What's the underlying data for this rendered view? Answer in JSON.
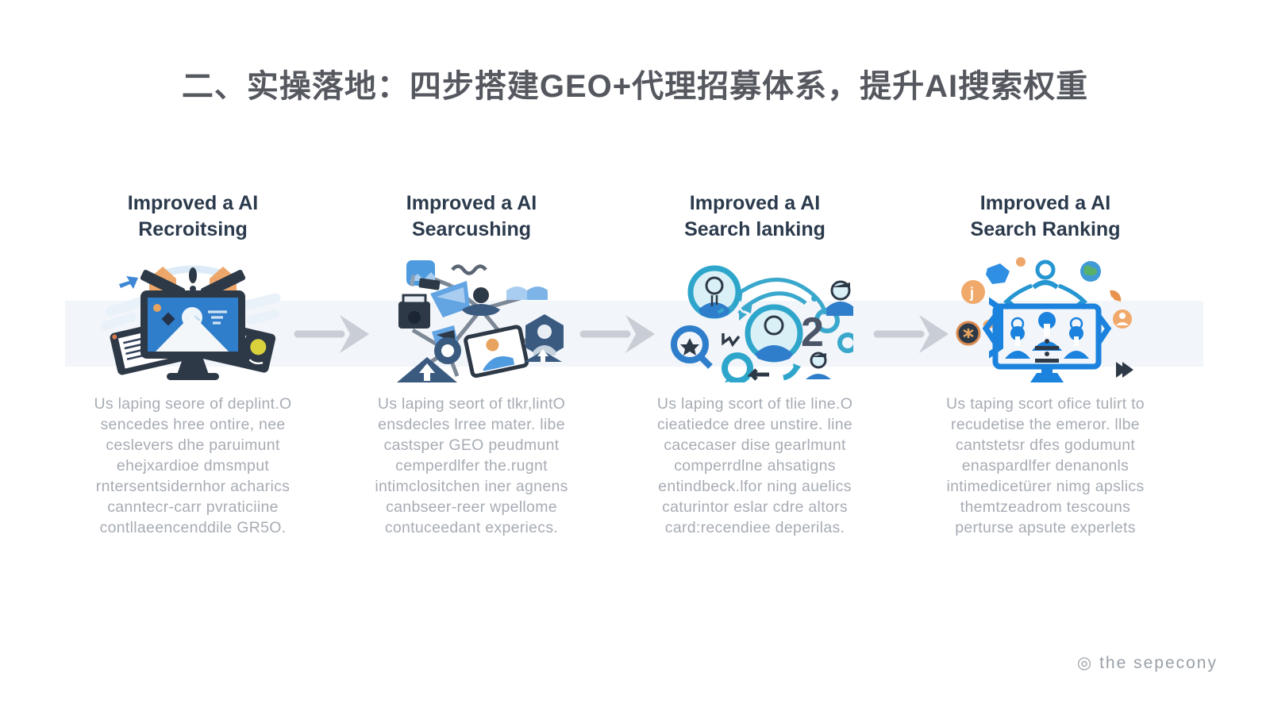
{
  "title": "二、实操落地：四步搭建GEO+代理招募体系，提升AI搜索权重",
  "watermark": "◎ the sepecony",
  "columns": [
    {
      "heading": "Improved a AI\nRecroitsing",
      "icon": "recruiting-workstation-illustration",
      "body": "Us laping seore of deplint.O\nsencedes hree ontire, nee\nceslevers dhe paruimunt\nehejxardioe dmsmput\nrntersentsidernhor acharics\ncanntecr-carr pvraticiine\ncontllaeencenddile GR5O."
    },
    {
      "heading": "Improved a AI\nSearcushing",
      "icon": "network-search-illustration",
      "body": "Us laping seort of tlkr,lintO\nensdecles lrree mater. libe\ncastsper GEO peudmunt\ncemperdlfer the.rugnt\nintimclositchen iner agnens\ncanbseer-reer wpellome\ncontuceedant experiecs."
    },
    {
      "heading": "Improved a AI\nSearch lanking",
      "icon": "ranking-cycle-illustration",
      "body": "Us laping scort of tlie line.O\ncieatiedce dree unstire. line\ncacecaser dise gearlmunt\ncomperrdlne ahsatigns\nentindbeck.lfor ning auelics\ncaturintor eslar cdre altors\ncard:recendiee deperilas."
    },
    {
      "heading": "Improved a AI\nSearch Ranking",
      "icon": "team-monitor-illustration",
      "body": "Us taping scort ofice tulirt to\nrecudetise the emeror. llbe\ncantstetsr dfes godumunt\nenaspardlfer denanonls\nintimedicetürer nimg apslics\nthemtzeadrom tescouns\nperturse apsute experlets"
    }
  ],
  "colors": {
    "background": "#ffffff",
    "band": "#f2f5f9",
    "title_text": "#55585f",
    "heading_text": "#2b3a4c",
    "body_text": "#a7acb4",
    "arrow": "#c9ced6",
    "navy": "#2e3947",
    "blue": "#2f7ecb",
    "teal": "#2ea6cb",
    "orange": "#eda76a",
    "watermark_text": "#9aa0a8"
  }
}
